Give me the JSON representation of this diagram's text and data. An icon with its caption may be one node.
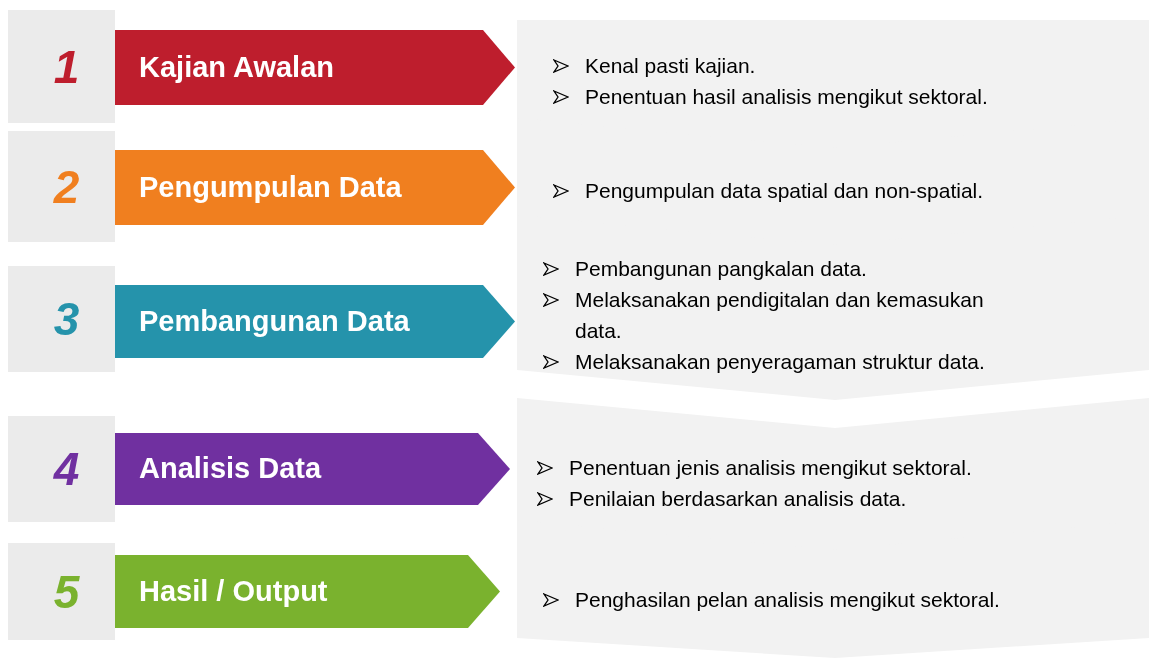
{
  "diagram": {
    "nodes": [
      {
        "text": [
          "1"
        ]
      },
      {
        "text": [
          "Kajian Awalan"
        ]
      },
      {
        "text": [
          "Kenal pasti kajian.",
          "Penentuan hasil analisis mengikut sektoral."
        ]
      },
      {
        "text": [
          "2"
        ]
      },
      {
        "text": [
          "Pengumpulan Data"
        ]
      },
      {
        "text": [
          "Pengumpulan data spatial dan non-spatial."
        ]
      },
      {
        "text": [
          "3"
        ]
      },
      {
        "text": [
          "Pembangunan Data"
        ]
      },
      {
        "text": [
          "Pembangunan pangkalan data.",
          "Melaksanakan pendigitalan dan kemasukan data.",
          "Melaksanakan penyeragaman struktur data."
        ]
      },
      {
        "text": [
          "4"
        ]
      },
      {
        "text": [
          "Analisis Data"
        ]
      },
      {
        "text": [
          "Penentuan jenis analisis mengikut sektoral.",
          "Penilaian berdasarkan analisis data."
        ]
      },
      {
        "text": [
          "5"
        ]
      },
      {
        "text": [
          "Hasil / Output"
        ]
      },
      {
        "text": [
          "Penghasilan pelan analisis mengikut sektoral."
        ]
      }
    ]
  }
}
